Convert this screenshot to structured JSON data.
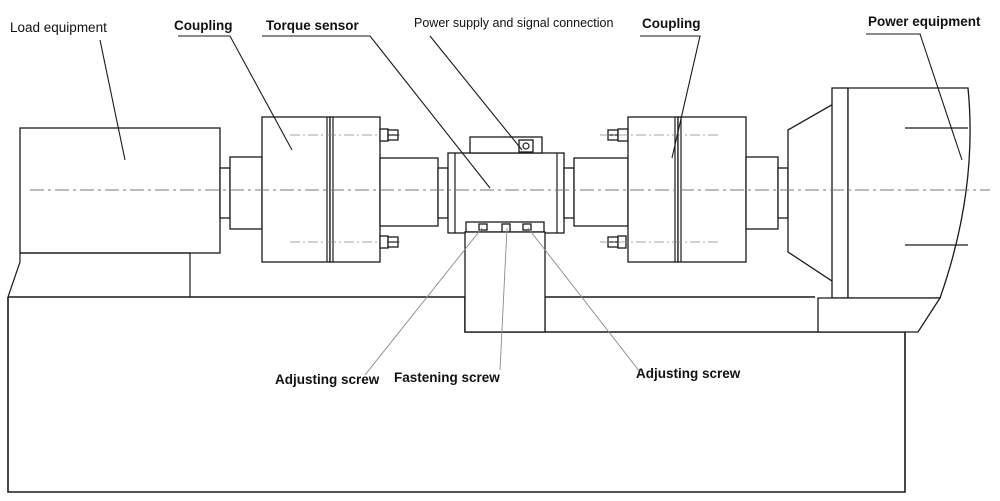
{
  "labels": {
    "load_equipment": "Load equipment",
    "coupling_left": "Coupling",
    "torque_sensor": "Torque sensor",
    "power_supply": "Power supply and signal connection",
    "coupling_right": "Coupling",
    "power_equipment": "Power equipment",
    "adjusting_screw_left": "Adjusting screw",
    "fastening_screw": "Fastening screw",
    "adjusting_screw_right": "Adjusting screw"
  },
  "icons": {
    "bolt": "hex-bolt-icon",
    "connector": "signal-connector-icon"
  },
  "colors": {
    "line": "#1a1a1a",
    "centerline": "#777777",
    "background": "#ffffff"
  }
}
